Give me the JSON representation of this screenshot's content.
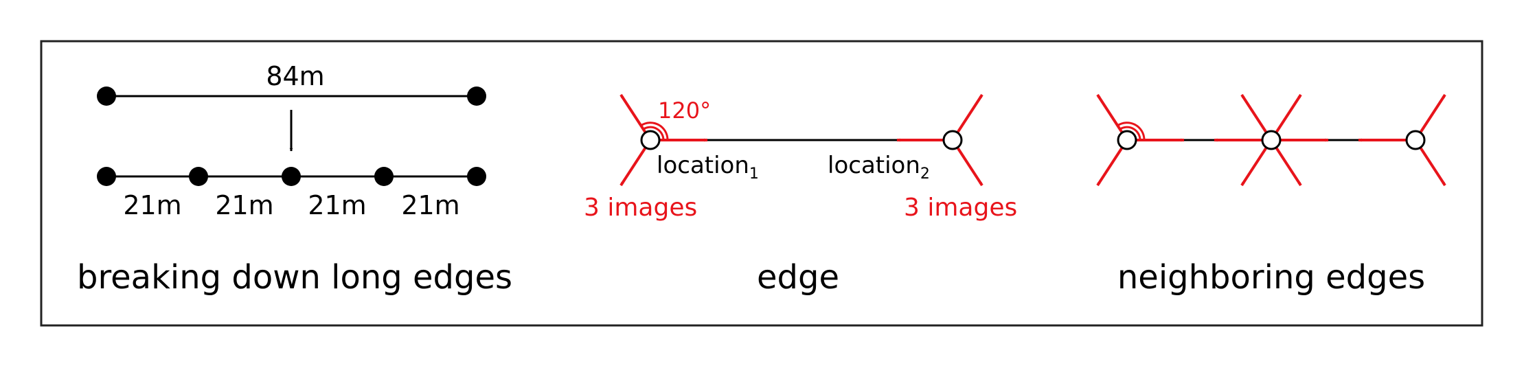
{
  "colors": {
    "primary": "#000000",
    "accent": "#e8141b",
    "background": "#ffffff"
  },
  "panels": {
    "breakdown": {
      "caption": "breaking down long edges",
      "long_edge_label": "84m",
      "segment_labels": [
        "21m",
        "21m",
        "21m",
        "21m"
      ]
    },
    "edge": {
      "caption": "edge",
      "angle_label": "120°",
      "location1": {
        "text": "location",
        "subscript": "1"
      },
      "location2": {
        "text": "location",
        "subscript": "2"
      },
      "images_left": "3 images",
      "images_right": "3 images"
    },
    "neighboring": {
      "caption": "neighboring edges"
    }
  }
}
